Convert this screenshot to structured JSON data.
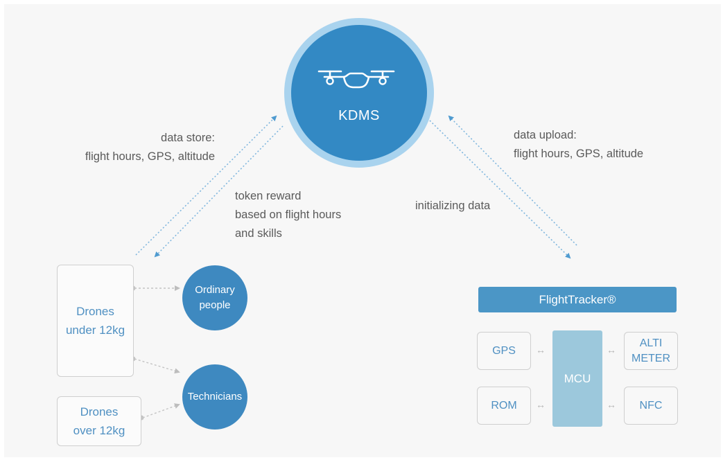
{
  "center": {
    "label": "KDMS",
    "icon": "drone-icon"
  },
  "notes": {
    "data_store": [
      "data store:",
      "flight hours, GPS, altitude"
    ],
    "token_reward": [
      "token reward",
      "based on flight hours",
      "and skills"
    ],
    "initializing": "initializing data",
    "data_upload": [
      "data upload:",
      "flight hours, GPS, altitude"
    ]
  },
  "left": {
    "drones_under": [
      "Drones",
      "under 12kg"
    ],
    "drones_over": [
      "Drones",
      "over 12kg"
    ],
    "ordinary": [
      "Ordinary",
      "people"
    ],
    "technicians": "Technicians"
  },
  "flighttracker": {
    "title": "FlightTracker®",
    "mcu": "MCU",
    "gps": "GPS",
    "rom": "ROM",
    "altimeter": [
      "ALTI",
      "METER"
    ],
    "nfc": "NFC",
    "link_symbol": "↔"
  },
  "colors": {
    "primary": "#3389c4",
    "halo": "#a9d3ee",
    "arrow": "#4f9bd0",
    "mcu": "#9cc8dc",
    "bar": "#4b96c6"
  }
}
